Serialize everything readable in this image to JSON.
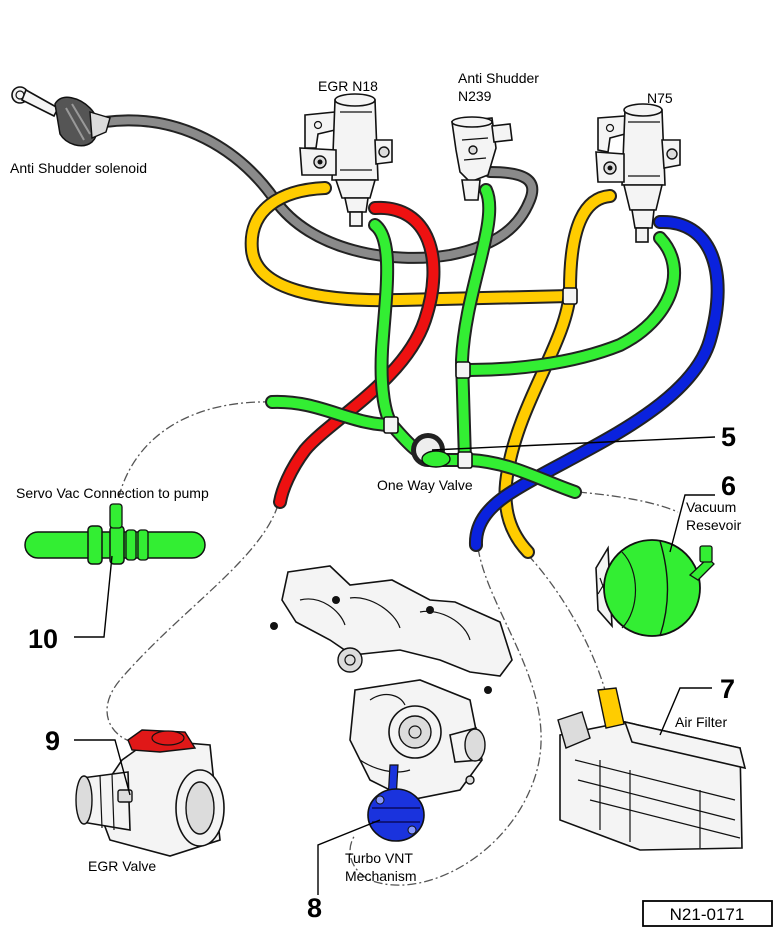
{
  "labels": {
    "egr_n18": "EGR N18",
    "anti_shudder_n239_line1": "Anti Shudder",
    "anti_shudder_n239_line2": "N239",
    "n75": "N75",
    "anti_shudder_solenoid": "Anti Shudder solenoid",
    "one_way_valve": "One Way Valve",
    "servo_vac": "Servo Vac Connection to pump",
    "vacuum_reservoir_line1": "Vacuum",
    "vacuum_reservoir_line2": "Resevoir",
    "air_filter": "Air Filter",
    "egr_valve": "EGR Valve",
    "turbo_line1": "Turbo VNT",
    "turbo_line2": "Mechanism"
  },
  "callouts": {
    "n5": "5",
    "n6": "6",
    "n7": "7",
    "n8": "8",
    "n9": "9",
    "n10": "10"
  },
  "figure_ref": "N21-0171",
  "hose_colors": {
    "yellow": "#ffcc00",
    "green": "#33ee33",
    "red": "#ee1111",
    "blue": "#0a22dd",
    "grey": "#8a8a8a",
    "reservoir": "#33ee33",
    "turbo_actuator": "#1a33dd",
    "egr_valve_cap": "#e01818"
  }
}
